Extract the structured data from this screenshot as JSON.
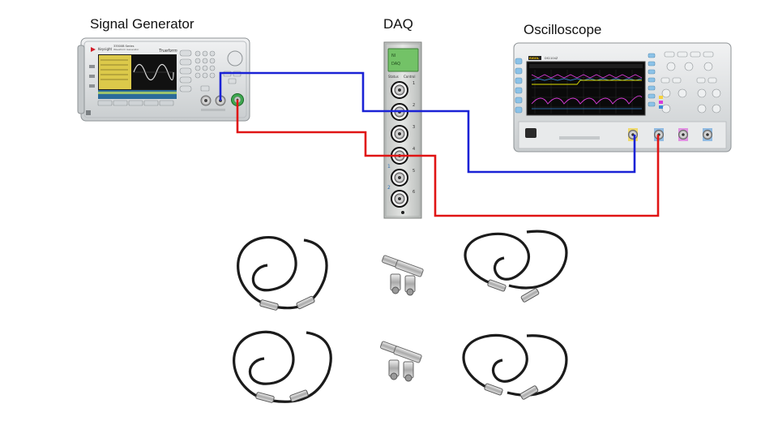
{
  "labels": {
    "signal_generator": "Signal Generator",
    "daq": "DAQ",
    "oscilloscope": "Oscilloscope"
  },
  "signal_generator": {
    "brand_text": "Keysight",
    "model_text": "33500B Series",
    "model_sub": "Waveform Generator",
    "brand_right": "Trueform"
  },
  "oscilloscope": {
    "brand_text": "RIGOL",
    "model_text": "DS1104Z"
  },
  "daq": {
    "display_text": "NI",
    "display_sub": "DAQ",
    "status_label": "Status",
    "control_label": "Control",
    "port_numbers": [
      "1",
      "2",
      "3",
      "4",
      "5",
      "6"
    ],
    "side_numbers": [
      "1",
      "2"
    ]
  },
  "wires": [
    {
      "name": "blue-wire",
      "color": "#1a22d6"
    },
    {
      "name": "red-wire",
      "color": "#e01414"
    }
  ],
  "colors": {
    "device_body": "#dfe2e3",
    "daq_body": "#d9dbd9",
    "daq_display": "#73c267",
    "cable": "#1b1b1b"
  }
}
